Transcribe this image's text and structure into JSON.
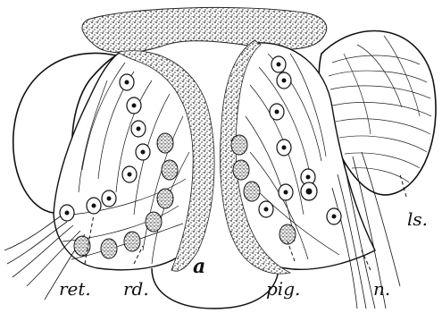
{
  "figure": {
    "labels": {
      "a": "a",
      "ret": "ret.",
      "rd": "rd.",
      "pig": "pig.",
      "n": "n.",
      "ls": "ls."
    }
  }
}
